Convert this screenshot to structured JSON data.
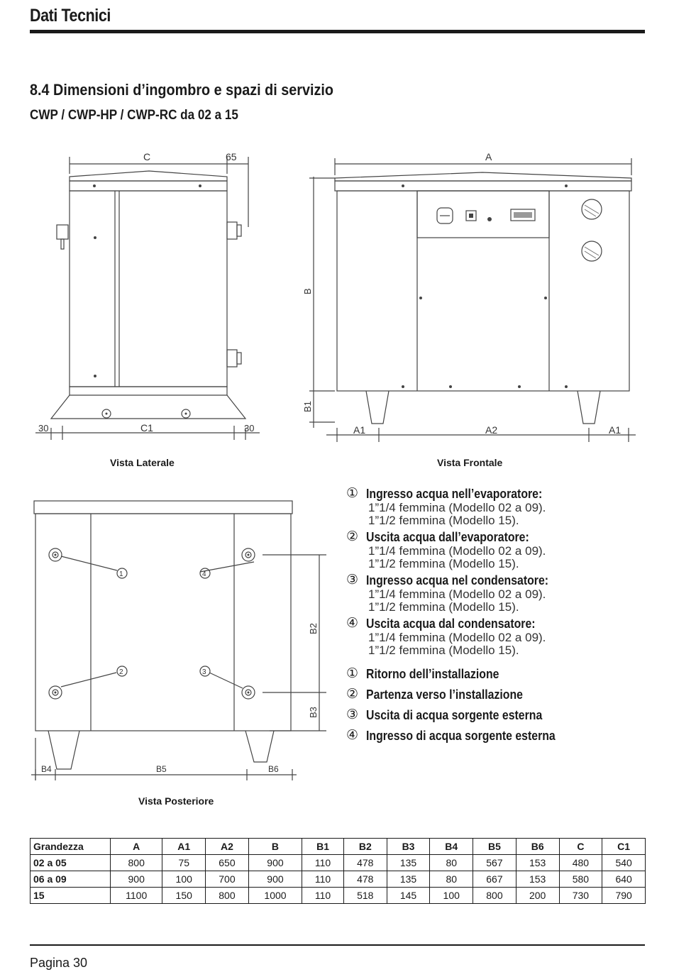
{
  "header": {
    "title": "Dati Tecnici"
  },
  "section": {
    "title": "8.4  Dimensioni d’ingombro e spazi di servizio",
    "subtitle": "CWP / CWP-HP / CWP-RC da 02 a 15"
  },
  "side_view": {
    "caption": "Vista Laterale",
    "dim_labels": {
      "c": "C",
      "c65": "65",
      "c1": "C1",
      "left30": "30",
      "right30": "30"
    }
  },
  "front_view": {
    "caption": "Vista Frontale",
    "dim_labels": {
      "a": "A",
      "b": "B",
      "b1": "B1",
      "a1_left": "A1",
      "a2": "A2",
      "a1_right": "A1"
    }
  },
  "rear_view": {
    "caption": "Vista Posteriore",
    "dim_labels": {
      "b2": "B2",
      "b3": "B3",
      "b4": "B4",
      "b5": "B5",
      "b6": "B6"
    },
    "callouts": [
      "1",
      "2",
      "3",
      "4"
    ]
  },
  "legend_connections": [
    {
      "num": "①",
      "title": "Ingresso acqua nell’evaporatore:",
      "lines": [
        "1”1/4 femmina (Modello 02 a 09).",
        "1”1/2 femmina (Modello 15)."
      ]
    },
    {
      "num": "②",
      "title": "Uscita acqua dall’evaporatore:",
      "lines": [
        "1”1/4 femmina (Modello 02 a 09).",
        "1”1/2 femmina (Modello 15)."
      ]
    },
    {
      "num": "③",
      "title": "Ingresso acqua nel condensatore:",
      "lines": [
        "1”1/4 femmina (Modello 02 a 09).",
        "1”1/2 femmina (Modello 15)."
      ]
    },
    {
      "num": "④",
      "title": "Uscita acqua dal condensatore:",
      "lines": [
        "1”1/4 femmina (Modello 02 a 09).",
        "1”1/2 femmina (Modello 15)."
      ]
    }
  ],
  "legend_rc": [
    {
      "num": "①",
      "title": "Ritorno dell’installazione"
    },
    {
      "num": "②",
      "title": "Partenza verso l’installazione"
    },
    {
      "num": "③",
      "title": "Uscita di acqua sorgente esterna"
    },
    {
      "num": "④",
      "title": "Ingresso di acqua sorgente esterna"
    }
  ],
  "table": {
    "headers": [
      "Grandezza",
      "A",
      "A1",
      "A2",
      "B",
      "B1",
      "B2",
      "B3",
      "B4",
      "B5",
      "B6",
      "C",
      "C1"
    ],
    "rows": [
      [
        "02 a 05",
        "800",
        "75",
        "650",
        "900",
        "110",
        "478",
        "135",
        "80",
        "567",
        "153",
        "480",
        "540"
      ],
      [
        "06 a 09",
        "900",
        "100",
        "700",
        "900",
        "110",
        "478",
        "135",
        "80",
        "667",
        "153",
        "580",
        "640"
      ],
      [
        "15",
        "1100",
        "150",
        "800",
        "1000",
        "110",
        "518",
        "145",
        "100",
        "800",
        "200",
        "730",
        "790"
      ]
    ]
  },
  "footer": {
    "page": "Pagina 30"
  }
}
